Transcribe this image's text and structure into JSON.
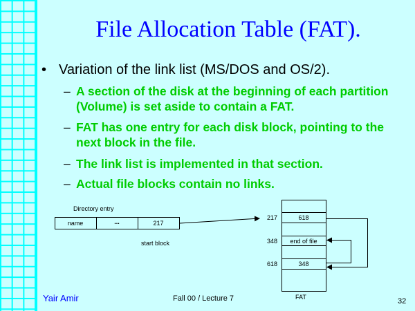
{
  "title": "File Allocation Table (FAT).",
  "bullet": {
    "symbol": "•",
    "text": "Variation of the link list (MS/DOS and OS/2)."
  },
  "sub_bullets": [
    {
      "dash": "–",
      "text": "A section of the disk at the beginning of each partition (Volume) is set aside to contain a FAT."
    },
    {
      "dash": "–",
      "text": "FAT has one entry for each disk block, pointing to the next block in the file."
    },
    {
      "dash": "–",
      "text": "The link list is implemented in that section."
    },
    {
      "dash": "–",
      "text": "Actual file blocks contain no links."
    }
  ],
  "diagram": {
    "directory_label": "Directory entry",
    "directory_cells": [
      "name",
      "...",
      "217"
    ],
    "start_block_label": "start block",
    "fat_label": "FAT",
    "fat_entries": [
      {
        "index": "217",
        "value": "618"
      },
      {
        "index": "348",
        "value": "end of file"
      },
      {
        "index": "618",
        "value": "348"
      }
    ]
  },
  "footer": {
    "author": "Yair Amir",
    "course": "Fall 00 / Lecture 7",
    "page": "32"
  },
  "colors": {
    "background": "#ccffff",
    "grid": "#00ffff",
    "title": "#0000ff",
    "sub_bullets": "#00cc00"
  }
}
